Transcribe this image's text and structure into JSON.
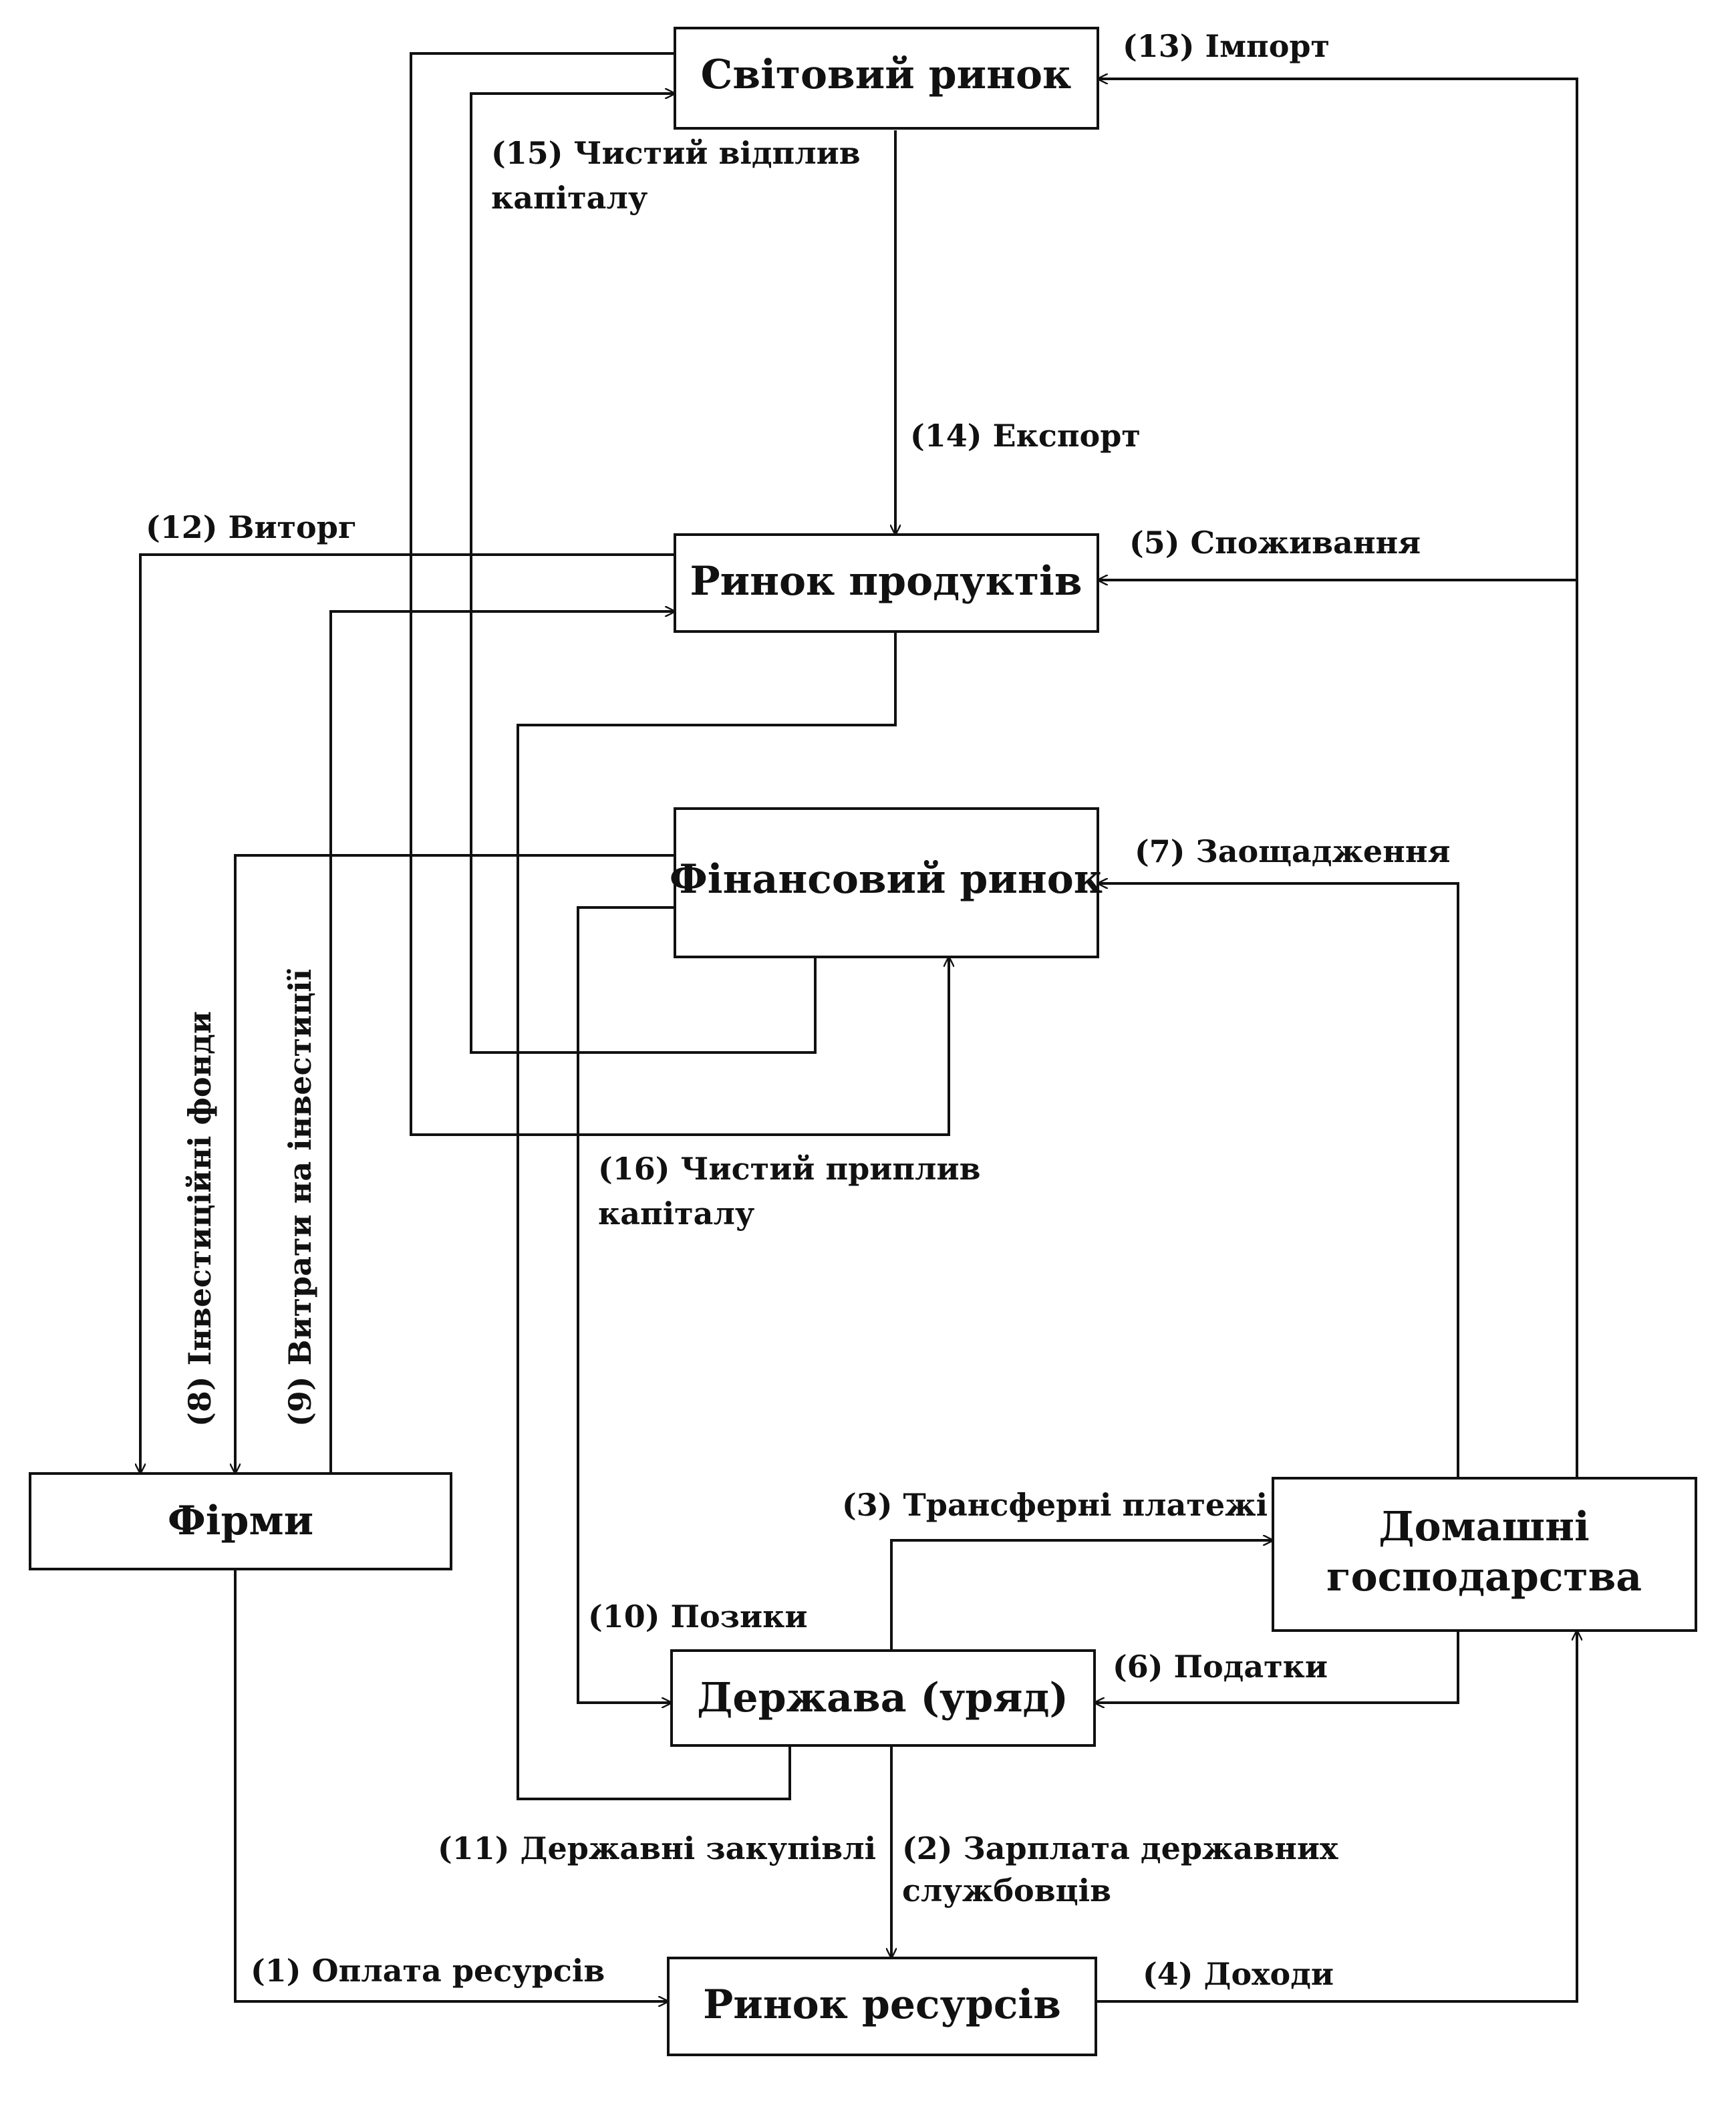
{
  "nodes": {
    "world_market": "Світовий ринок",
    "product_market": "Ринок продуктів",
    "financial_market": "Фінансовий ринок",
    "firms": "Фірми",
    "households_line1": "Домашні",
    "households_line2": "господарства",
    "government": "Держава (уряд)",
    "resource_market": "Ринок ресурсів"
  },
  "flows": {
    "f1": "(1) Оплата ресурсів",
    "f2_line1": "(2) Зарплата державних",
    "f2_line2": "службовців",
    "f3": "(3) Трансферні платежі",
    "f4": "(4) Доходи",
    "f5": "(5) Споживання",
    "f6": "(6) Податки",
    "f7": "(7) Заощадження",
    "f8": "(8) Інвестиційні фонди",
    "f9": "(9) Витрати на інвестиції",
    "f10": "(10) Позики",
    "f11": "(11) Державні закупівлі",
    "f12": "(12) Виторг",
    "f13": "(13) Імпорт",
    "f14": "(14) Експорт",
    "f15_line1": "(15) Чистий відплив",
    "f15_line2": "капіталу",
    "f16_line1": "(16) Чистий приплив",
    "f16_line2": "капіталу"
  }
}
